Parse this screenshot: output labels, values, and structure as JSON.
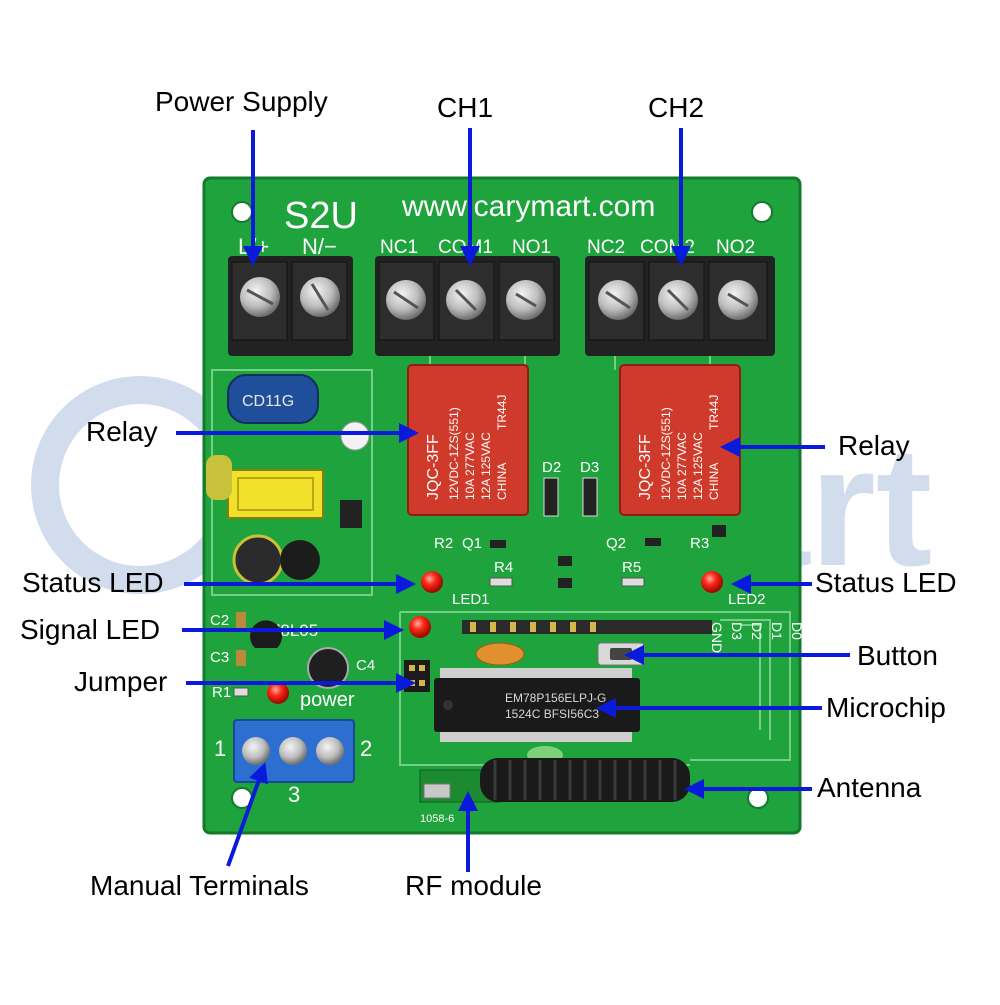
{
  "watermark": {
    "letters": "art",
    "color": "#c9d6ea"
  },
  "colors": {
    "pcb": "#1fa33d",
    "pcb_dark": "#168a31",
    "relay": "#cf3a2a",
    "arrow": "#0a1adb",
    "terminal_black": "#222222",
    "terminal_blue": "#2c6fd0",
    "led_red": "#ff2a1a"
  },
  "board": {
    "model": "S2U",
    "website": "www.carymart.com",
    "power_terminals": [
      "L/+",
      "N/−"
    ],
    "ch1_terminals": [
      "NC1",
      "COM1",
      "NO1"
    ],
    "ch2_terminals": [
      "NC2",
      "COM2",
      "NO2"
    ],
    "relay_text": [
      "JQC-3FF",
      "12VDC-1ZS(551)",
      "10A 277VAC",
      "12A 125VAC",
      "CHINA",
      "TR44J"
    ],
    "capacitor_text": "CD11G",
    "regulator_text": "Z8L05",
    "power_label": "power",
    "manual_numbers": [
      "1",
      "2",
      "3"
    ],
    "components": {
      "d2": "D2",
      "d3": "D3",
      "r2": "R2",
      "q1": "Q1",
      "q2": "Q2",
      "r3": "R3",
      "r4": "R4",
      "r5": "R5",
      "led1": "LED1",
      "led2": "LED2",
      "c2": "C2",
      "c3": "C3",
      "c4": "C4",
      "r1": "R1"
    },
    "header_pins": [
      "GND",
      "D3",
      "D2",
      "D1",
      "D0"
    ],
    "chip_text": [
      "EM78P156ELPJ-G",
      "1524C BFSI56C3"
    ],
    "rf_code": "1058-6"
  },
  "labels": {
    "power_supply": "Power Supply",
    "ch1": "CH1",
    "ch2": "CH2",
    "relay_left": "Relay",
    "relay_right": "Relay",
    "status_led_left": "Status LED",
    "status_led_right": "Status LED",
    "signal_led": "Signal LED",
    "button": "Button",
    "jumper": "Jumper",
    "microchip": "Microchip",
    "antenna": "Antenna",
    "manual_terminals": "Manual Terminals",
    "rf_module": "RF module"
  }
}
